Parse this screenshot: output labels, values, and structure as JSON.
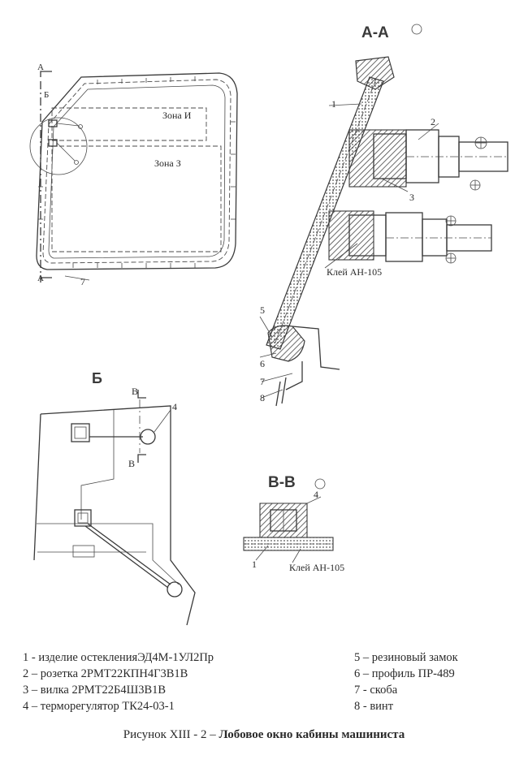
{
  "sections": {
    "aa": "А-А",
    "b": "Б",
    "vv": "В-В"
  },
  "zones": {
    "i": "Зона И",
    "z": "Зона З"
  },
  "section_marks": {
    "a": "А",
    "b": "Б",
    "v": "В"
  },
  "callouts": {
    "n1": "1",
    "n2": "2",
    "n3": "3",
    "n4": "4",
    "n5": "5",
    "n6": "6",
    "n7": "7",
    "n8": "8"
  },
  "glue_label": "Клей АН-105",
  "legend_left": [
    "1 - изделие остекленияЭД4М-1УЛ2Пр",
    "2 – розетка 2РМТ22КПН4Г3В1В",
    "3 – вилка 2РМТ22Б4Ш3В1В",
    "4 – терморегулятор ТК24-03-1"
  ],
  "legend_right": [
    "5 – резиновый замок",
    "6 – профиль ПР-489",
    "7 - скоба",
    "8 - винт"
  ],
  "caption": {
    "prefix": "Рисунок XIII - 2 – ",
    "title": "Лобовое окно кабины машиниста"
  }
}
